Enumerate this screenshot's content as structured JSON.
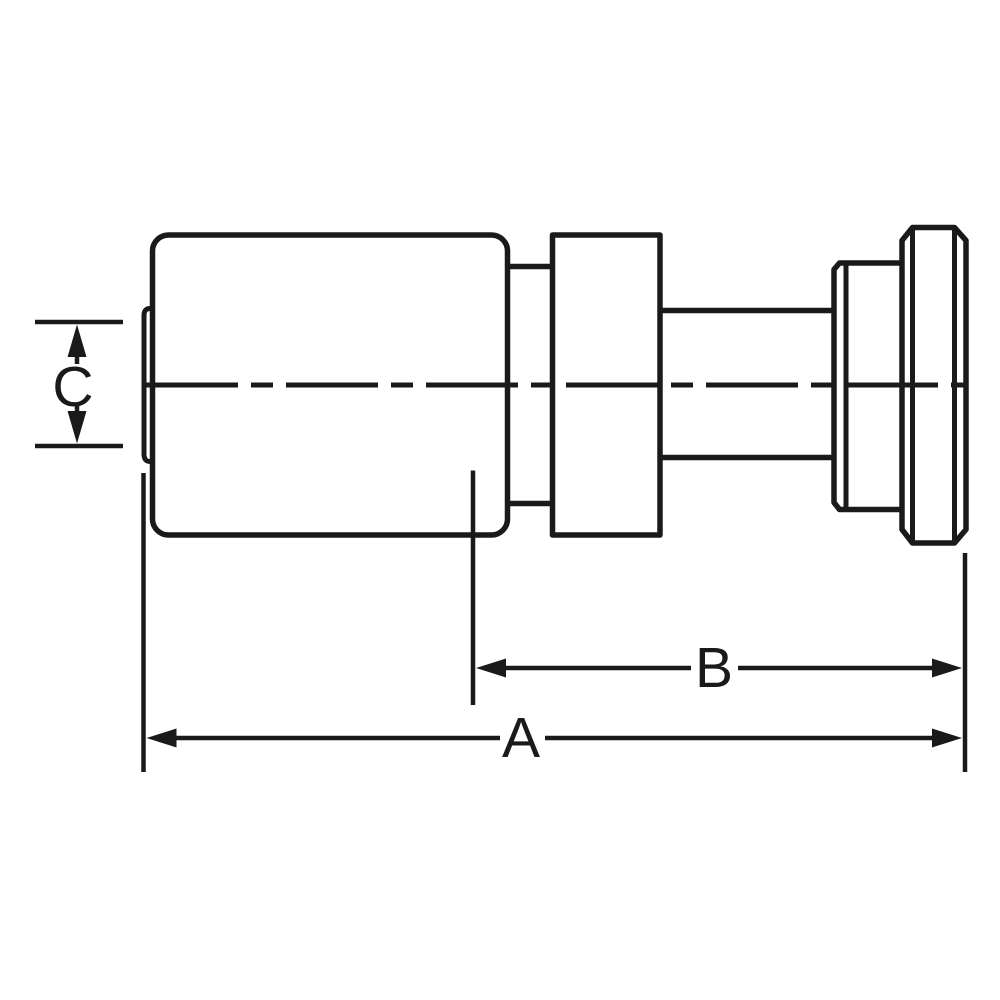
{
  "page": {
    "background_color": "#ffffff"
  },
  "diagram": {
    "kind": "hydraulic-fitting-side-view",
    "line_color": "#1a1a1a",
    "dimensions": {
      "a": {
        "label": "A"
      },
      "b": {
        "label": "B"
      },
      "c": {
        "label": "C"
      }
    }
  }
}
